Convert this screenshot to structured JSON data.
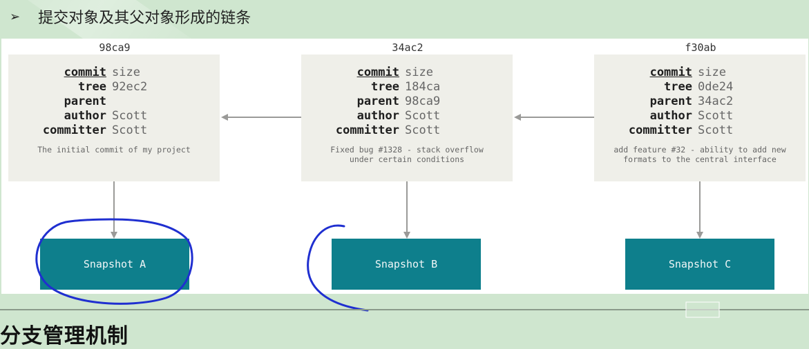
{
  "bullet": {
    "symbol": "➢",
    "text": "提交对象及其父对象形成的链条"
  },
  "commits": [
    {
      "hash": "98ca9",
      "fields": [
        {
          "key": "commit",
          "value": "size"
        },
        {
          "key": "tree",
          "value": "92ec2"
        },
        {
          "key": "parent",
          "value": ""
        },
        {
          "key": "author",
          "value": "Scott"
        },
        {
          "key": "committer",
          "value": "Scott"
        }
      ],
      "message": "The initial commit of my project",
      "snapshot": "Snapshot A"
    },
    {
      "hash": "34ac2",
      "fields": [
        {
          "key": "commit",
          "value": "size"
        },
        {
          "key": "tree",
          "value": "184ca"
        },
        {
          "key": "parent",
          "value": "98ca9"
        },
        {
          "key": "author",
          "value": "Scott"
        },
        {
          "key": "committer",
          "value": "Scott"
        }
      ],
      "message": "Fixed bug #1328 - stack overflow\nunder certain conditions",
      "snapshot": "Snapshot B"
    },
    {
      "hash": "f30ab",
      "fields": [
        {
          "key": "commit",
          "value": "size"
        },
        {
          "key": "tree",
          "value": "0de24"
        },
        {
          "key": "parent",
          "value": "34ac2"
        },
        {
          "key": "author",
          "value": "Scott"
        },
        {
          "key": "committer",
          "value": "Scott"
        }
      ],
      "message": "add feature #32 - ability to add new\nformats to the central interface",
      "snapshot": "Snapshot C"
    }
  ],
  "next_heading": "分支管理机制",
  "colors": {
    "snapshot": "#0e7f8c",
    "commit_box": "#efefe9",
    "annotation": "#1f2fd0",
    "background": "#cfe6cf"
  }
}
